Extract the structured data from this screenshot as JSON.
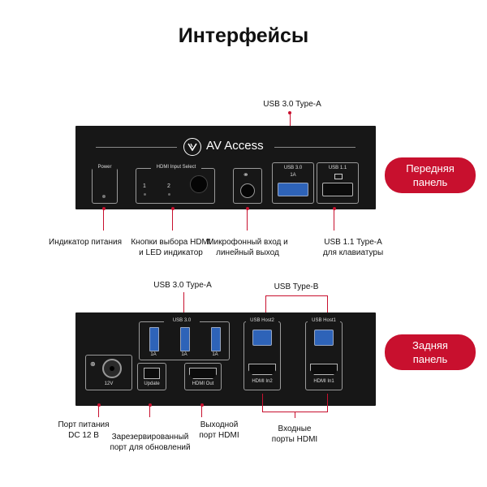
{
  "title": "Интерфейсы",
  "brand": {
    "name": "AV Access"
  },
  "front": {
    "badge": "Передняя\nпанель",
    "power_label": "Power",
    "hdmi_select_label": "HDMI Input Select",
    "hdmi_select_1": "1",
    "hdmi_select_2": "2",
    "usb30_label": "USB 3.0",
    "usb30_current": "1A",
    "usb11_label": "USB 1.1",
    "callouts": {
      "usb30_top": "USB 3.0 Type-A",
      "power_indicator": "Индикатор питания",
      "hdmi_buttons": "Кнопки выбора HDMI\nи LED индикатор",
      "mic": "Микрофонный вход и\nлинейный выход",
      "usb11": "USB 1.1 Type-A\nдля клавиатуры"
    }
  },
  "rear": {
    "badge": "Задняя\nпанель",
    "usb30_label": "USB 3.0",
    "usb_currents": [
      "1A",
      "1A",
      "1A"
    ],
    "usb_host2": "USB Host2",
    "usb_host1": "USB Host1",
    "dc_label": "12V",
    "update_label": "Update",
    "hdmi_out_label": "HDMI Out",
    "hdmi_in2_label": "HDMI In2",
    "hdmi_in1_label": "HDMI In1",
    "callouts": {
      "usb30_top": "USB 3.0 Type-A",
      "usb_b_top": "USB Type-B",
      "power_port": "Порт питания\nDC 12 В",
      "update_port": "Зарезервированный\nпорт для обновлений",
      "hdmi_out": "Выходной\nпорт HDMI",
      "hdmi_in": "Входные\nпорты HDMI"
    }
  },
  "colors": {
    "accent": "#c8102e",
    "panel": "#171717",
    "usb3_blue": "#2e63b8"
  }
}
